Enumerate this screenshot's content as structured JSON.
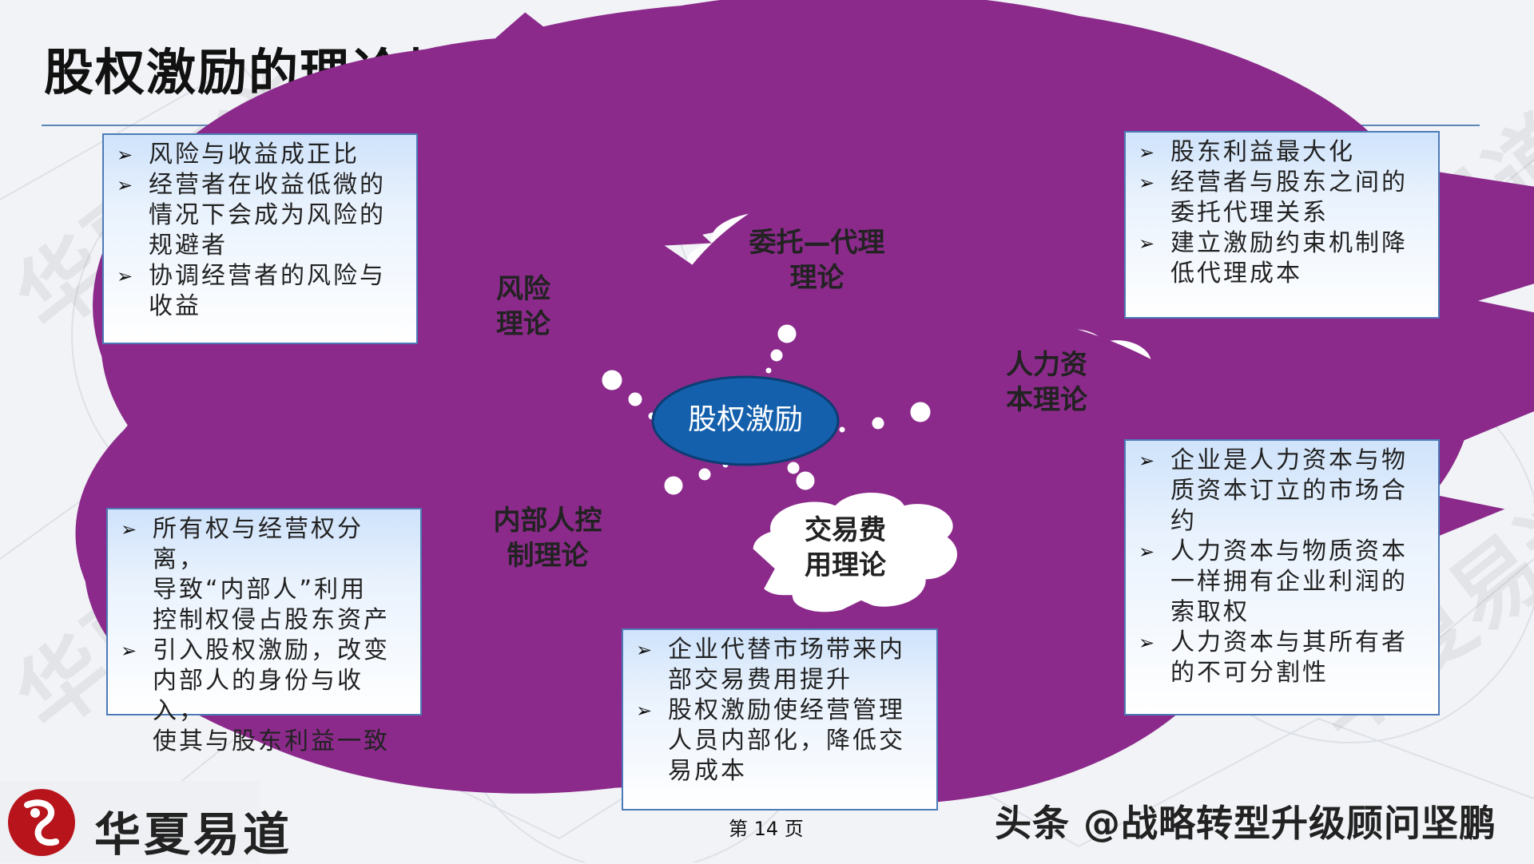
{
  "title": "股权激励的理论基础",
  "center_node": "股权激励",
  "theories": {
    "risk": [
      "风险",
      "理论"
    ],
    "agency": [
      "委托—代理",
      "理论"
    ],
    "human_capital": [
      "人力资",
      "本理论"
    ],
    "insider": [
      "内部人控",
      "制理论"
    ],
    "transaction": [
      "交易费",
      "用理论"
    ]
  },
  "boxes": {
    "risk": [
      "风险与收益成正比",
      "经营者在收益低微的情况下会成为风险的规避者",
      "协调经营者的风险与收益"
    ],
    "agency": [
      "股东利益最大化",
      "经营者与股东之间的委托代理关系",
      "建立激励约束机制降低代理成本"
    ],
    "insider": [
      "所有权与经营权分离，导致“内部人”利用控制权侵占股东资产",
      "引入股权激励，改变内部人的身份与收入，使其与股东利益一致"
    ],
    "transaction": [
      "企业代替市场带来内部交易费用提升",
      "股权激励使经营管理人员内部化，降低交易成本"
    ],
    "human_capital": [
      "企业是人力资本与物质资本订立的市场合约",
      "人力资本与物质资本一样拥有企业利润的索取权",
      "人力资本与其所有者的不可分割性"
    ]
  },
  "box_lines": {
    "risk": [
      [
        "风险与收益成正比"
      ],
      [
        "经营者在收益低微的",
        "情况下会成为风险的",
        "规避者"
      ],
      [
        "协调经营者的风险与",
        "收益"
      ]
    ],
    "agency": [
      [
        "股东利益最大化"
      ],
      [
        "经营者与股东之间的",
        "委托代理关系"
      ],
      [
        "建立激励约束机制降",
        "低代理成本"
      ]
    ],
    "insider": [
      [
        "所有权与经营权分离，",
        "导致“内部人”利用",
        "控制权侵占股东资产"
      ],
      [
        "引入股权激励，改变",
        "内部人的身份与收入，",
        "使其与股东利益一致"
      ]
    ],
    "transaction": [
      [
        "企业代替市场带来内",
        "部交易费用提升"
      ],
      [
        "股权激励使经营管理",
        "人员内部化，降低交",
        "易成本"
      ]
    ],
    "human_capital": [
      [
        "企业是人力资本与物",
        "质资本订立的市场合",
        "约"
      ],
      [
        "人力资本与物质资本",
        "一样拥有企业利润的",
        "索取权"
      ],
      [
        "人力资本与其所有者",
        "的不可分割性"
      ]
    ]
  },
  "bullet_glyph": "➢",
  "watermark": "华夏易道",
  "logo_text": "华夏易道",
  "page_label": "第 14 页",
  "credit": "头条 @战略转型升级顾问坚鹏",
  "colors": {
    "accent_blue": "#1560ad",
    "cloud_border": "#8b2a8b",
    "box_border": "#4d7bb8",
    "logo_red": "#b8141c"
  }
}
